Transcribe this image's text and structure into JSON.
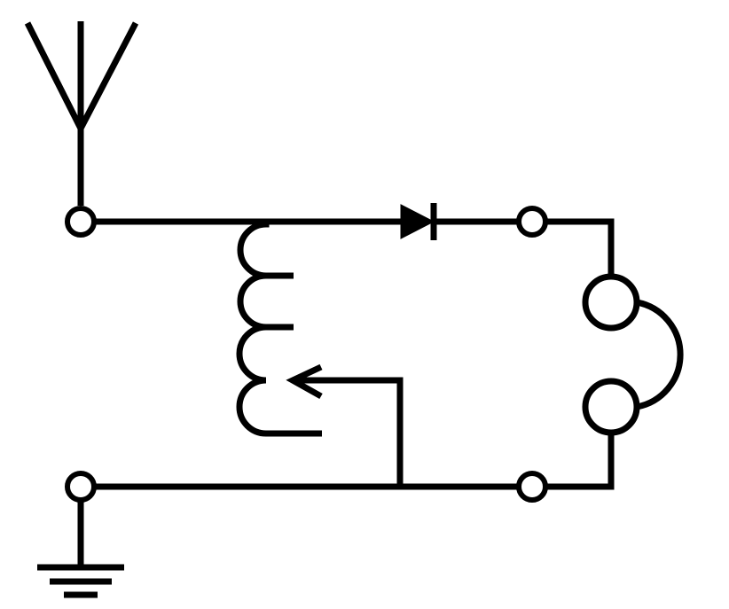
{
  "diagram": {
    "type": "crystal-radio-schematic",
    "stroke_color": "#000000",
    "background_color": "#ffffff",
    "components": [
      {
        "name": "antenna",
        "icon": "antenna-icon"
      },
      {
        "name": "terminal-antenna",
        "icon": "terminal-icon"
      },
      {
        "name": "tuning-coil-with-tap",
        "icon": "inductor-icon"
      },
      {
        "name": "diode",
        "icon": "diode-icon"
      },
      {
        "name": "terminal-headphone-top",
        "icon": "terminal-icon"
      },
      {
        "name": "headphones",
        "icon": "headphones-icon"
      },
      {
        "name": "terminal-headphone-bottom",
        "icon": "terminal-icon"
      },
      {
        "name": "terminal-ground",
        "icon": "terminal-icon"
      },
      {
        "name": "ground",
        "icon": "ground-icon"
      }
    ]
  }
}
